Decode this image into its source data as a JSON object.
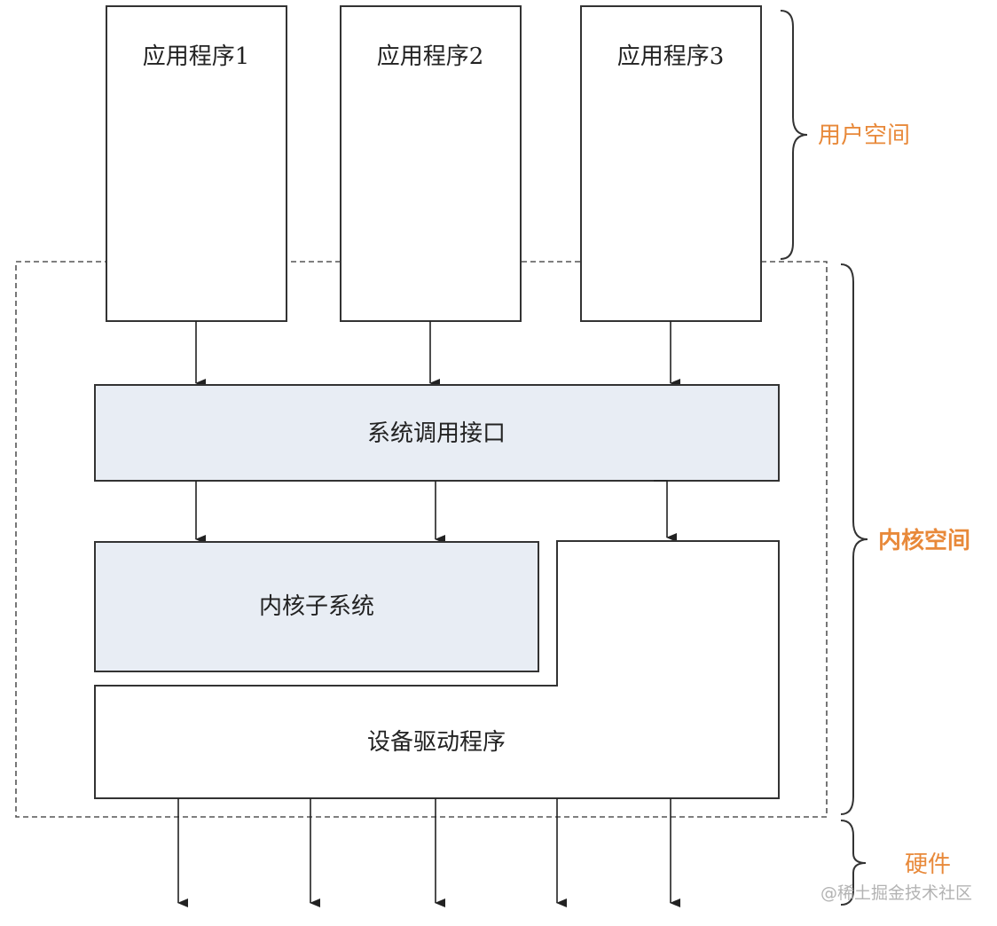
{
  "diagram": {
    "apps": [
      {
        "label": "应用程序1"
      },
      {
        "label": "应用程序2"
      },
      {
        "label": "应用程序3"
      }
    ],
    "syscall_label": "系统调用接口",
    "subsystem_label": "内核子系统",
    "driver_label": "设备驱动程序",
    "regions": {
      "user_space": "用户空间",
      "kernel_space": "内核空间",
      "hardware": "硬件"
    },
    "watermark": "@稀土掘金技术社区",
    "colors": {
      "region_label": "#e8893a",
      "box_fill_shaded": "#e8edf4",
      "stroke": "#333333",
      "watermark": "#b3b3b3"
    }
  }
}
